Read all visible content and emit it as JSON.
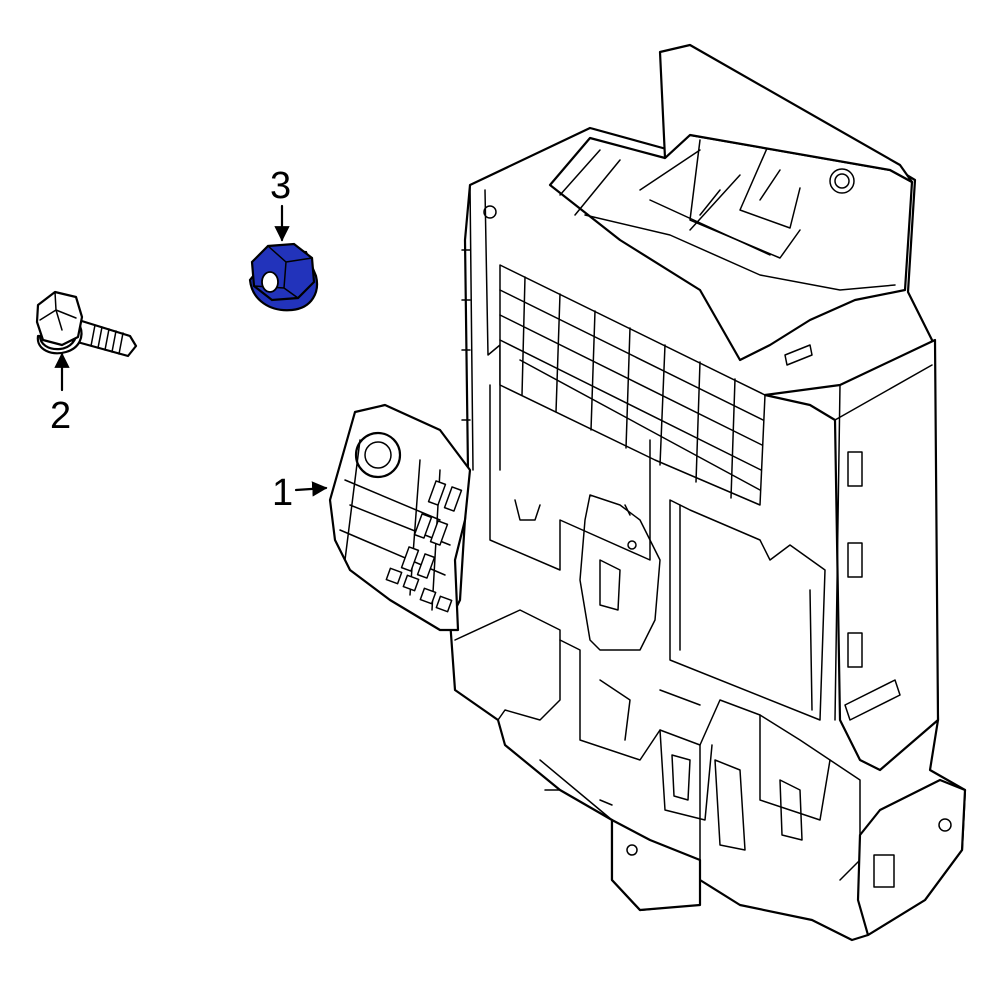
{
  "diagram": {
    "highlight_color": "#2233bb",
    "parts": [
      {
        "id": "part-1",
        "callout": "1",
        "name": "fuse-relay-box"
      },
      {
        "id": "part-2",
        "callout": "2",
        "name": "flange-bolt"
      },
      {
        "id": "part-3",
        "callout": "3",
        "name": "flange-nut",
        "highlighted": true
      }
    ]
  }
}
